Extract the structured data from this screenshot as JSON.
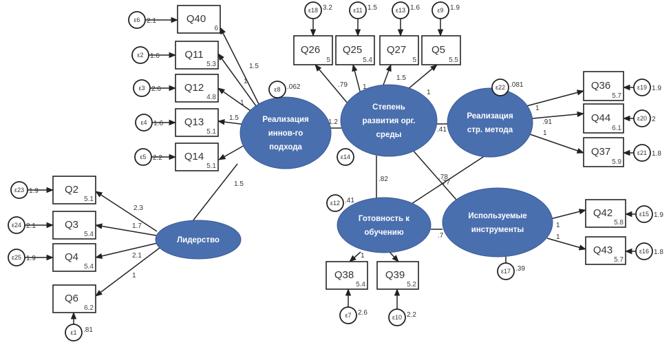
{
  "latents": {
    "innov": {
      "lines": [
        "Реализация",
        "иннов-го",
        "подхода"
      ]
    },
    "stepen": {
      "lines": [
        "Степень",
        "развития орг.",
        "среды"
      ]
    },
    "strmet": {
      "lines": [
        "Реализация",
        "стр. метода"
      ]
    },
    "lider": {
      "lines": [
        "Лидерство"
      ]
    },
    "gotov": {
      "lines": [
        "Готовность к",
        "обучению"
      ]
    },
    "ispol": {
      "lines": [
        "Используемые",
        "инструменты"
      ]
    }
  },
  "observed": {
    "Q40": {
      "name": "Q40",
      "mean": "6"
    },
    "Q11": {
      "name": "Q11",
      "mean": "5.3"
    },
    "Q12": {
      "name": "Q12",
      "mean": "4.8"
    },
    "Q13": {
      "name": "Q13",
      "mean": "5.1"
    },
    "Q14": {
      "name": "Q14",
      "mean": "5.1"
    },
    "Q2": {
      "name": "Q2",
      "mean": "5.1"
    },
    "Q3": {
      "name": "Q3",
      "mean": "5.4"
    },
    "Q4": {
      "name": "Q4",
      "mean": "5.4"
    },
    "Q6": {
      "name": "Q6",
      "mean": "6.2"
    },
    "Q26": {
      "name": "Q26",
      "mean": "5"
    },
    "Q25": {
      "name": "Q25",
      "mean": "5.4"
    },
    "Q27": {
      "name": "Q27",
      "mean": "5"
    },
    "Q5": {
      "name": "Q5",
      "mean": "5.5"
    },
    "Q36": {
      "name": "Q36",
      "mean": "5.7"
    },
    "Q44": {
      "name": "Q44",
      "mean": "6.1"
    },
    "Q37": {
      "name": "Q37",
      "mean": "5.9"
    },
    "Q42": {
      "name": "Q42",
      "mean": "5.8"
    },
    "Q43": {
      "name": "Q43",
      "mean": "5.7"
    },
    "Q38": {
      "name": "Q38",
      "mean": "5.4"
    },
    "Q39": {
      "name": "Q39",
      "mean": "5.2"
    }
  },
  "errors": {
    "e6": {
      "label": "ε6",
      "variance": "2.1"
    },
    "e2": {
      "label": "ε2",
      "variance": "1.6"
    },
    "e3": {
      "label": "ε3",
      "variance": "2.6"
    },
    "e4": {
      "label": "ε4",
      "variance": "1.6"
    },
    "e5": {
      "label": "ε5",
      "variance": "2.2"
    },
    "e23": {
      "label": "ε23",
      "variance": "1.9"
    },
    "e24": {
      "label": "ε24",
      "variance": "2.1"
    },
    "e25": {
      "label": "ε25",
      "variance": "1.9"
    },
    "e1": {
      "label": "ε1",
      "variance": ".81"
    },
    "e8": {
      "label": "ε8",
      "variance": ".062"
    },
    "e18": {
      "label": "ε18",
      "variance": "3.2"
    },
    "e11": {
      "label": "ε11",
      "variance": "1.5"
    },
    "e13": {
      "label": "ε13",
      "variance": "1.6"
    },
    "e9": {
      "label": "ε9",
      "variance": "1.9"
    },
    "e22": {
      "label": "ε22",
      "variance": ".081"
    },
    "e19": {
      "label": "ε19",
      "variance": "1.9"
    },
    "e20": {
      "label": "ε20",
      "variance": "2"
    },
    "e21": {
      "label": "ε21",
      "variance": "1.8"
    },
    "e14": {
      "label": "ε14",
      "variance": ""
    },
    "e12": {
      "label": "ε12",
      "variance": ".41"
    },
    "e15": {
      "label": "ε15",
      "variance": "1.9"
    },
    "e16": {
      "label": "ε16",
      "variance": "1.8"
    },
    "e17": {
      "label": "ε17",
      "variance": ".39"
    },
    "e7": {
      "label": "ε7",
      "variance": "2.6"
    },
    "e10": {
      "label": "ε10",
      "variance": "2.2"
    }
  },
  "paths": {
    "innov_Q40": {
      "from": "innov",
      "to": "Q40",
      "value": "1.5"
    },
    "innov_Q11": {
      "from": "innov",
      "to": "Q11",
      "value": "1"
    },
    "innov_Q12": {
      "from": "innov",
      "to": "Q12",
      "value": "1"
    },
    "innov_Q13": {
      "from": "innov",
      "to": "Q13",
      "value": "1.5"
    },
    "innov_Q14": {
      "from": "innov",
      "to": "Q14",
      "value": ""
    },
    "lider_innov": {
      "from": "lider",
      "to": "innov",
      "value": "1.5"
    },
    "lider_Q2": {
      "from": "lider",
      "to": "Q2",
      "value": "2.3"
    },
    "lider_Q3": {
      "from": "lider",
      "to": "Q3",
      "value": "1.7"
    },
    "lider_Q4": {
      "from": "lider",
      "to": "Q4",
      "value": "2.1"
    },
    "lider_Q6": {
      "from": "lider",
      "to": "Q6",
      "value": "1"
    },
    "innov_stepen": {
      "from": "innov",
      "to": "stepen",
      "value": "1.2"
    },
    "stepen_Q26": {
      "from": "stepen",
      "to": "Q26",
      "value": ".79"
    },
    "stepen_Q25": {
      "from": "stepen",
      "to": "Q25",
      "value": "1"
    },
    "stepen_Q27": {
      "from": "stepen",
      "to": "Q27",
      "value": "1.5"
    },
    "stepen_Q5": {
      "from": "stepen",
      "to": "Q5",
      "value": "1"
    },
    "stepen_strmet": {
      "from": "stepen",
      "to": "strmet",
      "value": ".41"
    },
    "strmet_Q36": {
      "from": "strmet",
      "to": "Q36",
      "value": "1"
    },
    "strmet_Q44": {
      "from": "strmet",
      "to": "Q44",
      "value": ".91"
    },
    "strmet_Q37": {
      "from": "strmet",
      "to": "Q37",
      "value": "1"
    },
    "stepen_gotov": {
      "from": "stepen",
      "to": "gotov",
      "value": ".82"
    },
    "stepen_ispol": {
      "from": "stepen",
      "to": "ispol",
      "value": ".78"
    },
    "gotov_strmet": {
      "from": "gotov",
      "to": "strmet",
      "value": ".77"
    },
    "gotov_ispol": {
      "from": "gotov",
      "to": "ispol",
      "value": ".7"
    },
    "gotov_Q38": {
      "from": "gotov",
      "to": "Q38",
      "value": "1"
    },
    "gotov_Q39": {
      "from": "gotov",
      "to": "Q39",
      "value": ""
    },
    "ispol_Q42": {
      "from": "ispol",
      "to": "Q42",
      "value": "1"
    },
    "ispol_Q43": {
      "from": "ispol",
      "to": "Q43",
      "value": "1"
    }
  },
  "colors": {
    "latent_fill": "#4a6fae",
    "line": "#222222"
  }
}
